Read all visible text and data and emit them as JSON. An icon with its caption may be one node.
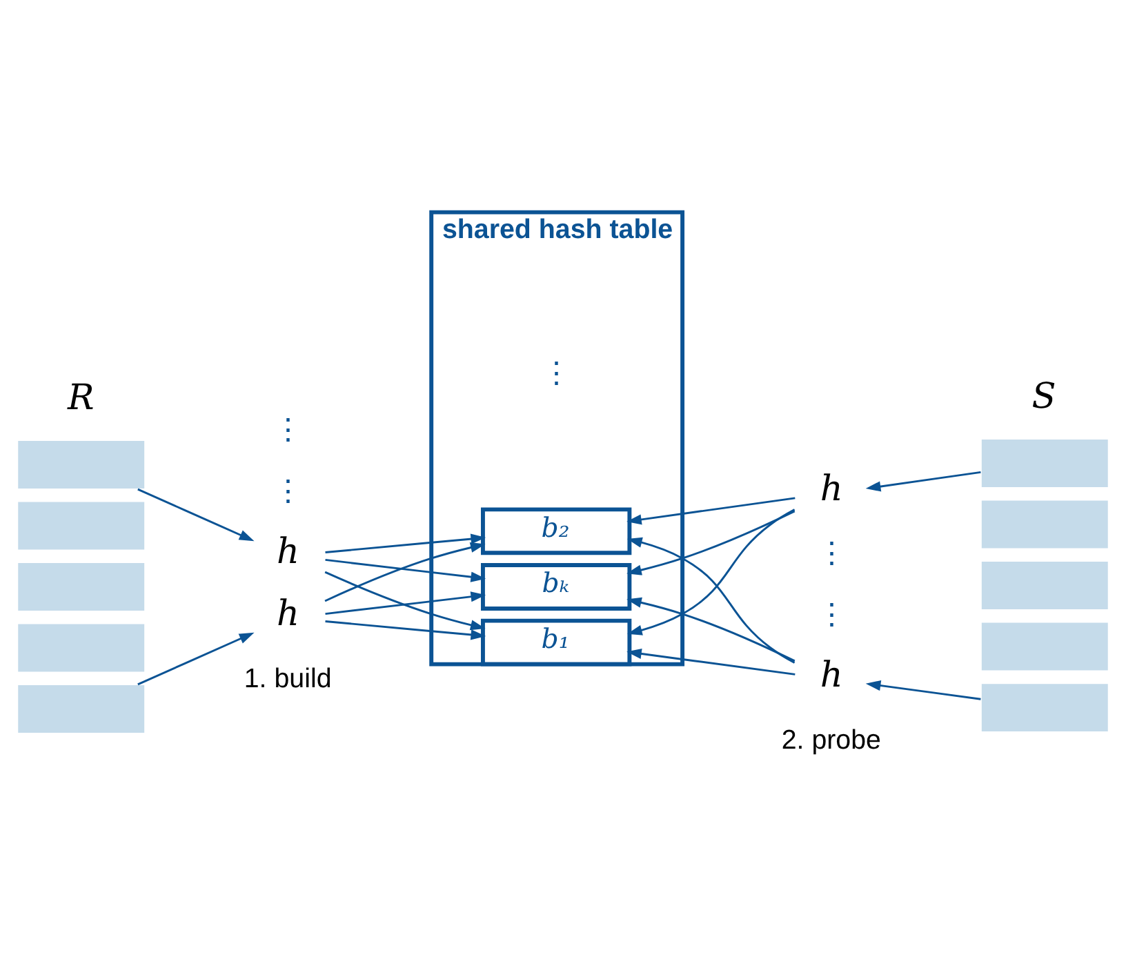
{
  "diagram": {
    "nodes": [
      {
        "text": [
          "shared hash table"
        ]
      },
      {
        "text": [
          "b₁"
        ],
        "in": 0
      },
      {
        "text": [
          "b₂"
        ],
        "in": 0
      },
      {
        "text": [
          "bₖ"
        ],
        "in": 0
      },
      {
        "text": [],
        "shape": "box"
      },
      {
        "text": [],
        "shape": "box"
      },
      {
        "text": [],
        "shape": "box"
      },
      {
        "text": [],
        "shape": "box"
      },
      {
        "text": [],
        "shape": "box"
      },
      {
        "text": [
          "h"
        ]
      },
      {
        "text": [
          "h"
        ]
      },
      {
        "text": [
          "h"
        ]
      },
      {
        "text": [
          "h"
        ]
      },
      {
        "text": [],
        "shape": "box"
      },
      {
        "text": [],
        "shape": "box"
      },
      {
        "text": [],
        "shape": "box"
      },
      {
        "text": [],
        "shape": "box"
      },
      {
        "text": [],
        "shape": "box"
      }
    ],
    "edges": [
      {
        "from": 4,
        "to": 9,
        "arrow": "to"
      },
      {
        "from": 8,
        "to": 10,
        "arrow": "to"
      },
      {
        "from": 9,
        "to": 1,
        "arrow": "to"
      },
      {
        "from": 9,
        "to": 2,
        "arrow": "to"
      },
      {
        "from": 9,
        "to": 3,
        "arrow": "to"
      },
      {
        "from": 10,
        "to": 1,
        "arrow": "to"
      },
      {
        "from": 10,
        "to": 2,
        "arrow": "to"
      },
      {
        "from": 10,
        "to": 3,
        "arrow": "to"
      },
      {
        "from": 13,
        "to": 11,
        "arrow": "to"
      },
      {
        "from": 17,
        "to": 12,
        "arrow": "to"
      },
      {
        "from": 11,
        "to": 1,
        "arrow": "to"
      },
      {
        "from": 11,
        "to": 2,
        "arrow": "to"
      },
      {
        "from": 11,
        "to": 3,
        "arrow": "to"
      },
      {
        "from": 12,
        "to": 1,
        "arrow": "to"
      },
      {
        "from": 12,
        "to": 2,
        "arrow": "to"
      },
      {
        "from": 12,
        "to": 3,
        "arrow": "to"
      }
    ],
    "labels": [
      "R",
      "⋮",
      "⋮",
      "⋮",
      "⋮",
      "⋮",
      "S",
      "1. build",
      "2. probe"
    ]
  }
}
